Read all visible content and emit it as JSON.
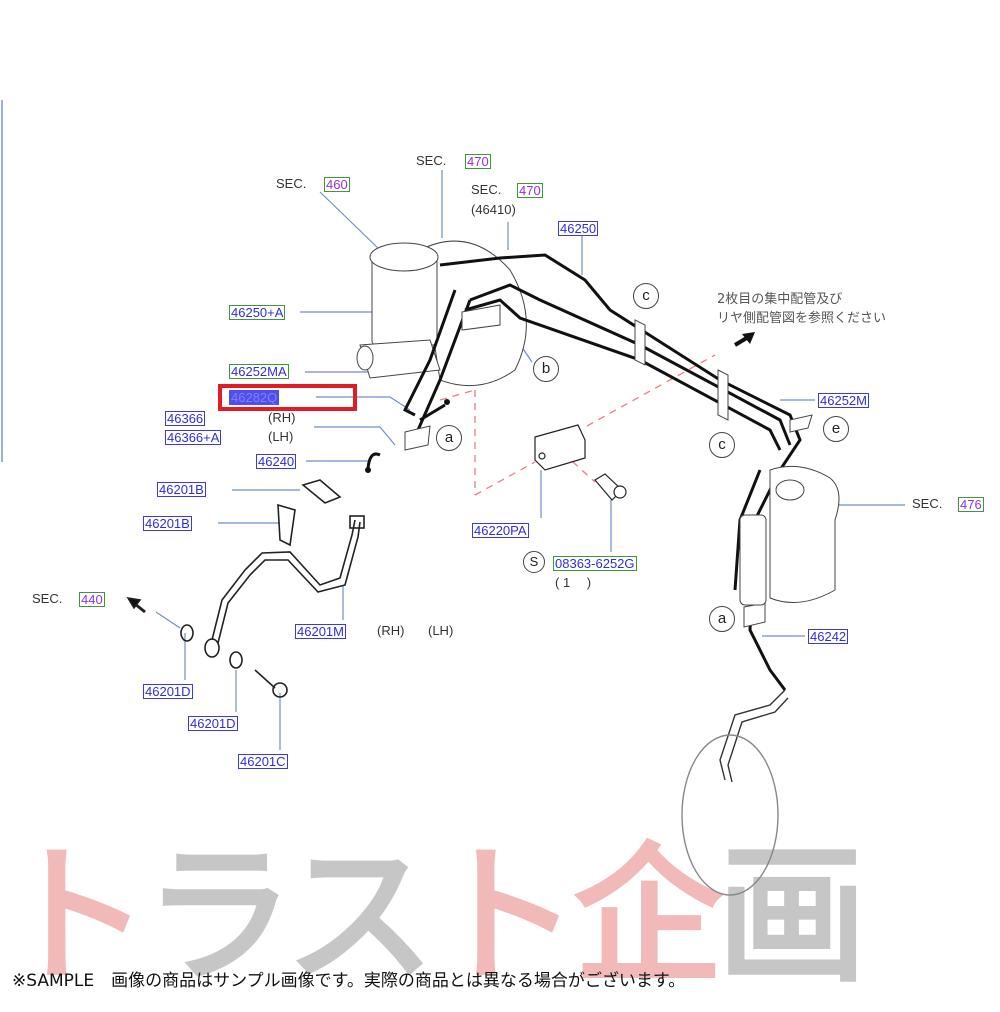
{
  "diagram": {
    "sec_refs": [
      {
        "prefix": "SEC.",
        "code": "460"
      },
      {
        "prefix": "SEC.",
        "code": "470"
      },
      {
        "prefix": "SEC.",
        "code": "470",
        "sub": "(46410)"
      },
      {
        "prefix": "SEC.",
        "code": "440"
      },
      {
        "prefix": "SEC.",
        "code": "476"
      }
    ],
    "parts": {
      "p46250": "46250",
      "p46250A": "46250+A",
      "p46252MA": "46252MA",
      "p46282Q": "46282Q",
      "p46366": "46366",
      "p46366A": "46366+A",
      "p46240": "46240",
      "p46201B_1": "46201B",
      "p46201B_2": "46201B",
      "p46201M": "46201M",
      "p46201D_1": "46201D",
      "p46201D_2": "46201D",
      "p46201C": "46201C",
      "p46220PA": "46220PA",
      "p08363": "08363-6252G",
      "p46252M": "46252M",
      "p46242": "46242"
    },
    "side_labels": {
      "rh": "(RH)",
      "lh": "(LH)",
      "rh2": "(RH)",
      "lh2": "(LH)"
    },
    "qty": "( 1 　)",
    "std_marker": "S",
    "callouts": [
      "c",
      "b",
      "a",
      "c",
      "e",
      "a"
    ],
    "note_lines": [
      "2枚目の集中配管及び",
      "リヤ側配管図を参照ください"
    ],
    "highlighted_part": "46282Q",
    "colors": {
      "highlight_frame": "#e01c24",
      "part_link": "#2d2de0",
      "sec_link": "#9a2fe0"
    }
  },
  "watermark": [
    "ト",
    "ラ",
    "ス",
    "ト",
    "企",
    "画"
  ],
  "caption": "※SAMPLE　画像の商品はサンプル画像です。実際の商品とは異なる場合がございます。"
}
